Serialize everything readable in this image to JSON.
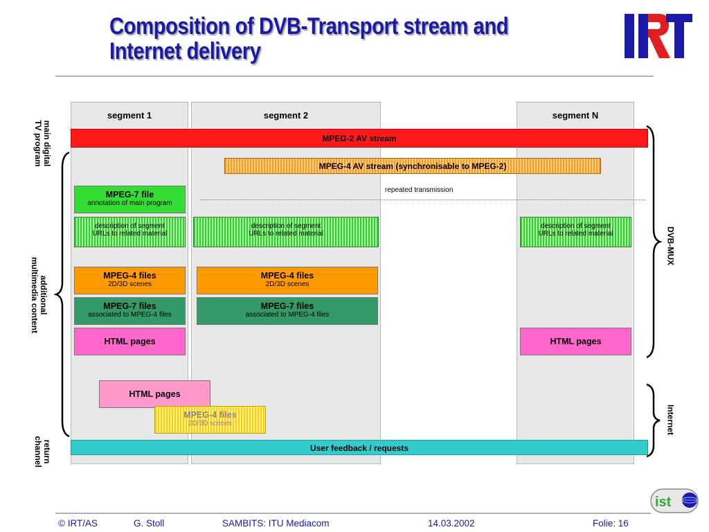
{
  "slide": {
    "title_line1": "Composition of DVB-Transport stream and",
    "title_line2": "Internet delivery"
  },
  "segments": {
    "seg1": "segment 1",
    "seg2": "segment 2",
    "segN": "segment N"
  },
  "streams": {
    "mpeg2": "MPEG-2 AV stream",
    "mpeg4": "MPEG-4 AV stream (synchronisable to MPEG-2)",
    "feedback": "User feedback / requests",
    "repeated": "repeated transmission"
  },
  "boxes": {
    "mpeg7_file_title": "MPEG-7 file",
    "mpeg7_file_sub": "annotation of main program",
    "desc_line1": "description of segment",
    "desc_line2": "URLs to related material",
    "mpeg4_files_title": "MPEG-4 files",
    "mpeg4_files_sub": "2D/3D scenes",
    "mpeg7_files_title": "MPEG-7 files",
    "mpeg7_files_sub": "associated to MPEG-4 files",
    "html_pages": "HTML pages"
  },
  "left_labels": {
    "main_line1": "main digital",
    "main_line2": "TV program",
    "add_line1": "additional",
    "add_line2": "multimedia content",
    "ret_line1": "return",
    "ret_line2": "channel"
  },
  "right_labels": {
    "dvb_mux": "DVB-MUX",
    "internet": "Internet"
  },
  "logos": {
    "irt": "IRT",
    "ist": "ist"
  },
  "footer": {
    "org": "© IRT/AS",
    "author": "G.  Stoll",
    "event": "SAMBITS: ITU Mediacom",
    "date": "14.03.2002",
    "folie": "Folie:  16"
  },
  "colors": {
    "title": "#1a1aa6",
    "mpeg2_bar": "#ff1a1a",
    "feedback_bar": "#33cccc",
    "mpeg7_file": "#33dd33",
    "mpeg4_files": "#ff9a00",
    "mpeg7_files": "#339966",
    "html_pages": "#ff66cc",
    "html_internet": "#ff99cc"
  }
}
